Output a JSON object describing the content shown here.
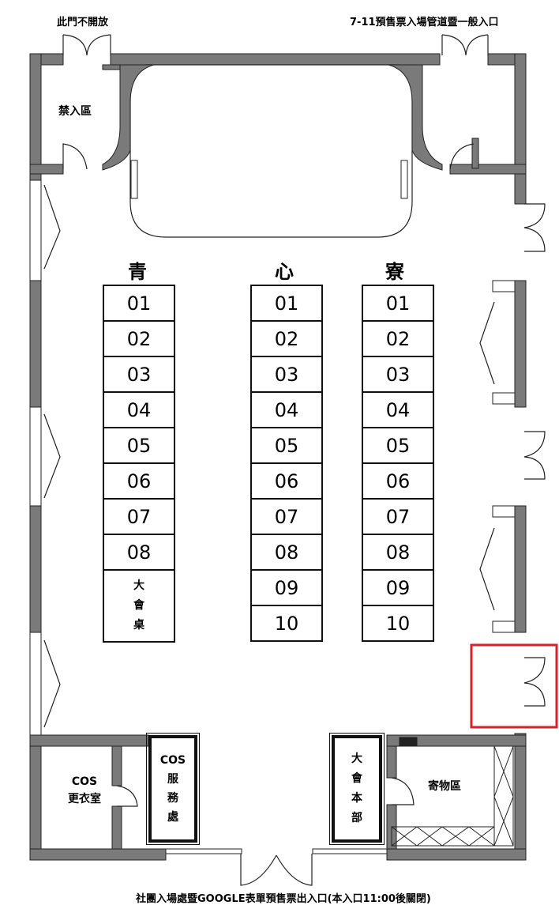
{
  "labels": {
    "top_left_door": "此門不開放",
    "top_right_entrance": "7-11預售票入場管道暨一般入口",
    "no_entry": "禁入區",
    "bottom_entrance": "社團入場處暨GOOGLE表單預售票出入口(本入口11:00後關閉)",
    "cos_dressing": [
      "COS",
      "更衣室"
    ],
    "cos_service": [
      "COS",
      "服",
      "務",
      "處"
    ],
    "hq": [
      "大",
      "會",
      "本",
      "部"
    ],
    "storage": "寄物區"
  },
  "columns": [
    {
      "header": "青",
      "booths": [
        "01",
        "02",
        "03",
        "04",
        "05",
        "06",
        "07",
        "08"
      ],
      "special": [
        "大",
        "會",
        "桌"
      ]
    },
    {
      "header": "心",
      "booths": [
        "01",
        "02",
        "03",
        "04",
        "05",
        "06",
        "07",
        "08",
        "09",
        "10"
      ]
    },
    {
      "header": "寮",
      "booths": [
        "01",
        "02",
        "03",
        "04",
        "05",
        "06",
        "07",
        "08",
        "09",
        "10"
      ]
    }
  ],
  "colors": {
    "wall": "#7a7a7a",
    "wall_edge": "#222222",
    "highlight": "#d9202a"
  }
}
